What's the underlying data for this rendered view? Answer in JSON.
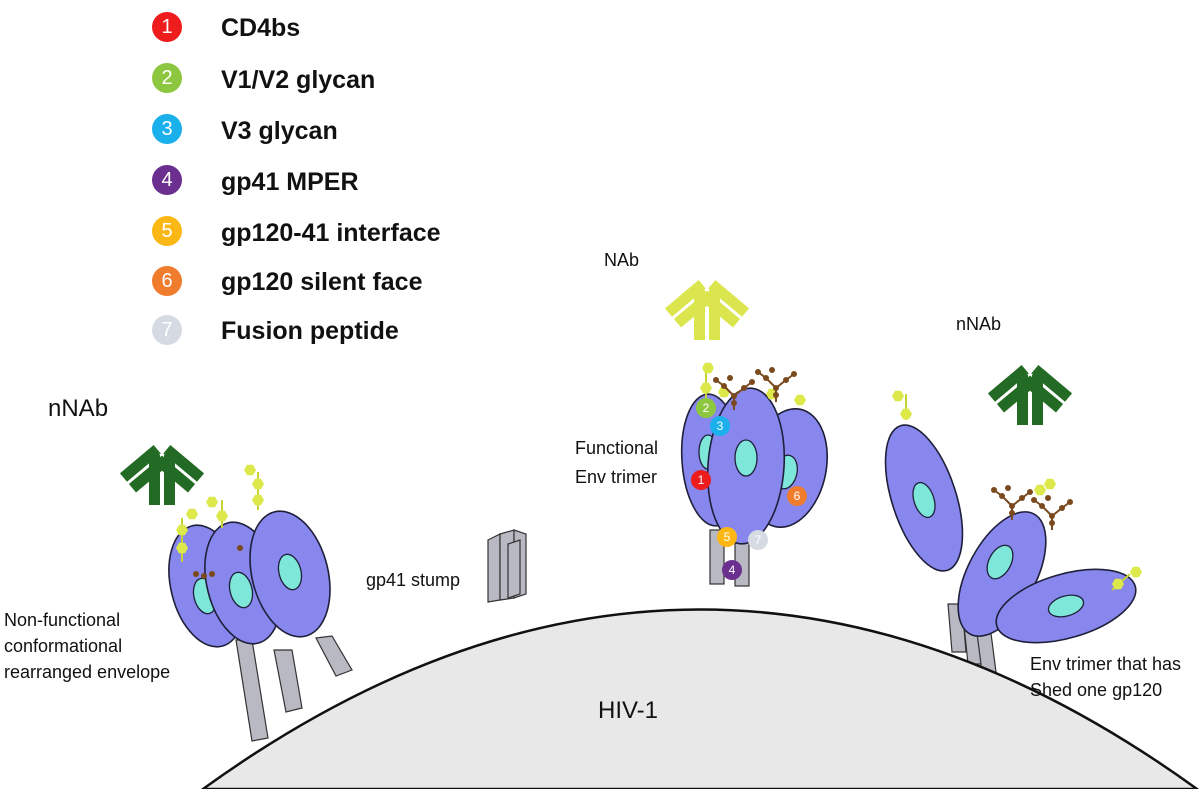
{
  "legend": [
    {
      "number": "1",
      "label": "CD4bs",
      "color": "#ee1c1c"
    },
    {
      "number": "2",
      "label": "V1/V2 glycan",
      "color": "#8dc63f"
    },
    {
      "number": "3",
      "label": "V3 glycan",
      "color": "#1ab0ec"
    },
    {
      "number": "4",
      "label": "gp41 MPER",
      "color": "#6a2f8f"
    },
    {
      "number": "5",
      "label": "gp120-41 interface",
      "color": "#fbb814"
    },
    {
      "number": "6",
      "label": "gp120 silent face",
      "color": "#f07c2e"
    },
    {
      "number": "7",
      "label": "Fusion peptide",
      "color": "#d6dbe3"
    }
  ],
  "labels": {
    "virus": "HIV-1",
    "nab": "NAb",
    "nnab_left": "nNAb",
    "nnab_right": "nNAb",
    "gp41_stump": "gp41 stump",
    "functional_line1": "Functional",
    "functional_line2": "Env trimer",
    "nonfunctional_line1": "Non-functional",
    "nonfunctional_line2": "conformational",
    "nonfunctional_line3": "rearranged envelope",
    "shed_line1": "Env trimer that has",
    "shed_line2": "Shed one gp120"
  },
  "colors": {
    "gp120": "#8787ee",
    "core": "#7fe6da",
    "membrane": "#e8e8e8",
    "nab_antibody": "#dbe54e",
    "nnab_antibody": "#236b24",
    "glycan_simple": "#dde94a",
    "glycan_branched": "#7a4a1e"
  }
}
